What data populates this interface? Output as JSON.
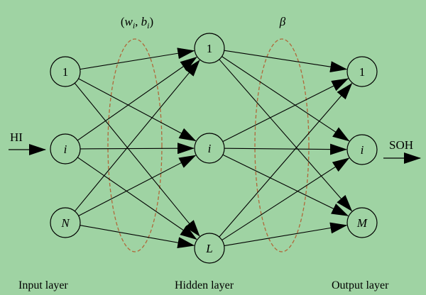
{
  "colors": {
    "background": "#9fd3a3",
    "stroke": "#000000",
    "ellipse": "#b0683a"
  },
  "input_label": "HI",
  "output_label": "SOH",
  "weights_label": {
    "open": "(",
    "w": "w",
    "i1": "i",
    "sep": ", ",
    "b": "b",
    "i2": "i",
    "close": ")"
  },
  "beta_label": "β",
  "layers": {
    "input": {
      "label": "Input layer",
      "nodes": [
        "1",
        "i",
        "N"
      ]
    },
    "hidden": {
      "label": "Hidden layer",
      "nodes": [
        "1",
        "i",
        "L"
      ]
    },
    "output": {
      "label": "Output layer",
      "nodes": [
        "1",
        "i",
        "M"
      ]
    }
  }
}
